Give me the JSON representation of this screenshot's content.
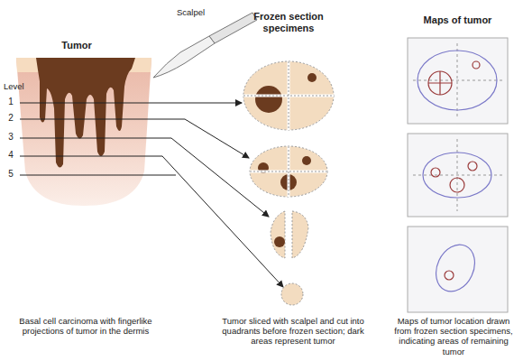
{
  "diagram": {
    "labels": [
      "Scalpel",
      "Tumor",
      "Frozen section specimens",
      "Maps of tumor",
      "Level",
      "1",
      "2",
      "3",
      "4",
      "5",
      "Basal cell carcinoma with fingerlike projections of tumor in the dermis",
      "Tumor sliced with scalpel and cut into quadrants before frozen section; dark areas represent tumor",
      "Maps of tumor location drawn from frozen section specimens, indicating areas of remaining tumor"
    ]
  }
}
